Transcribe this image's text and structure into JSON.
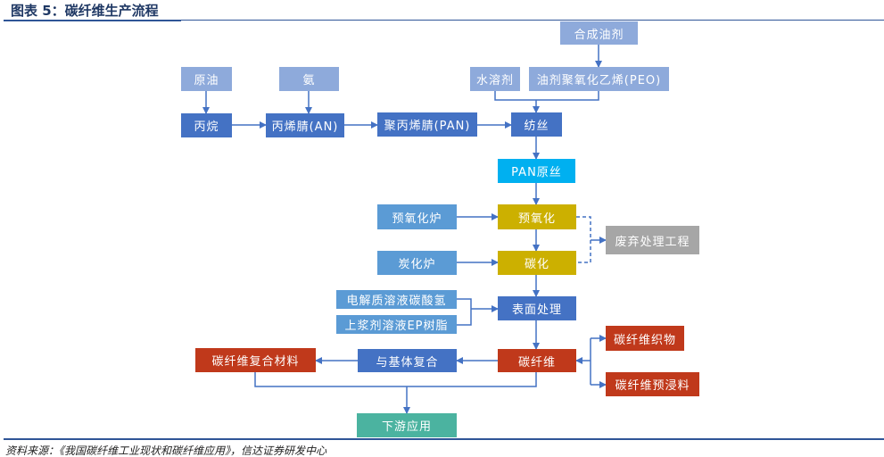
{
  "title": "图表 5：碳纤维生产流程",
  "source": "资料来源：《我国碳纤维工业现状和碳纤维应用》，信达证券研发中心",
  "nodes": {
    "synthetic_oil": "合成油剂",
    "water_solvent": "水溶剂",
    "peo": "油剂聚氧化乙烯(PEO)",
    "crude_oil": "原油",
    "ammonia": "氨",
    "propane": "丙烷",
    "acrylonitrile": "丙烯腈(AN)",
    "pan": "聚丙烯腈(PAN)",
    "spinning": "纺丝",
    "pan_precursor": "PAN原丝",
    "preox_furnace": "预氧化炉",
    "preoxidation": "预氧化",
    "waste": "废弃处理工程",
    "carb_furnace": "炭化炉",
    "carbonization": "碳化",
    "electrolyte": "电解质溶液碳酸氢",
    "sizing": "上浆剂溶液EP树脂",
    "surface": "表面处理",
    "carbon_fiber": "碳纤维",
    "fabric": "碳纤维织物",
    "prepreg": "碳纤维预浸料",
    "matrix": "与基体复合",
    "composite": "碳纤维复合材料",
    "downstream": "下游应用"
  }
}
